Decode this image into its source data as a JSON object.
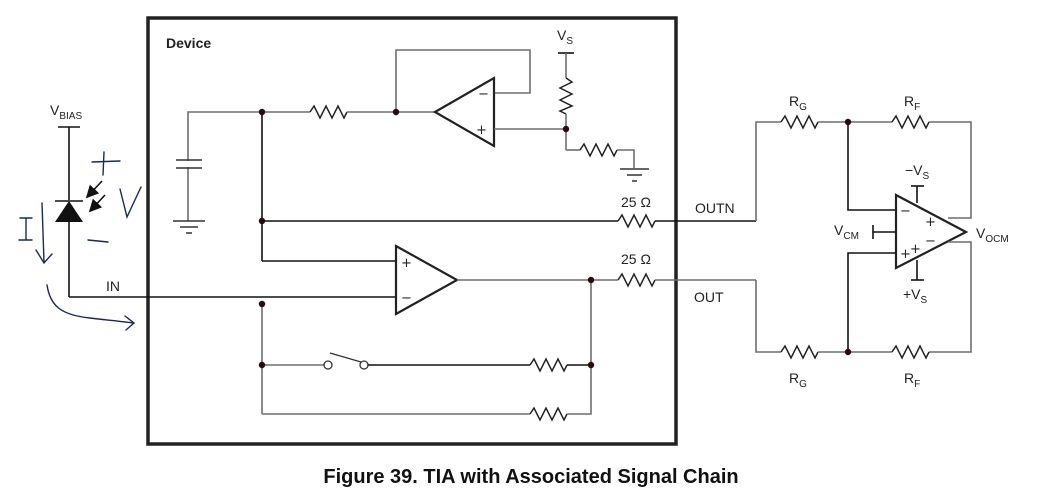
{
  "caption": "Figure 39.  TIA with Associated Signal Chain",
  "device_label": "Device",
  "labels": {
    "vbias": "V",
    "vbias_sub": "BIAS",
    "in": "IN",
    "vs_top": "V",
    "vs_top_sub": "S",
    "r25_top": "25 Ω",
    "r25_bottom": "25 Ω",
    "outn": "OUTN",
    "out": "OUT",
    "rg_top": "R",
    "rg_top_sub": "G",
    "rf_top": "R",
    "rf_top_sub": "F",
    "rg_bottom": "R",
    "rg_bottom_sub": "G",
    "rf_bottom": "R",
    "rf_bottom_sub": "F",
    "neg_vs": "−V",
    "neg_vs_sub": "S",
    "pos_vs": "+V",
    "pos_vs_sub": "S",
    "vcm": "V",
    "vcm_sub": "CM",
    "vocm": "V",
    "vocm_sub": "OCM"
  },
  "opamp_signs": {
    "plus": "+",
    "minus": "−"
  },
  "annotations": {
    "current": "I",
    "voltage": "V",
    "plus": "+",
    "minus": "−"
  }
}
